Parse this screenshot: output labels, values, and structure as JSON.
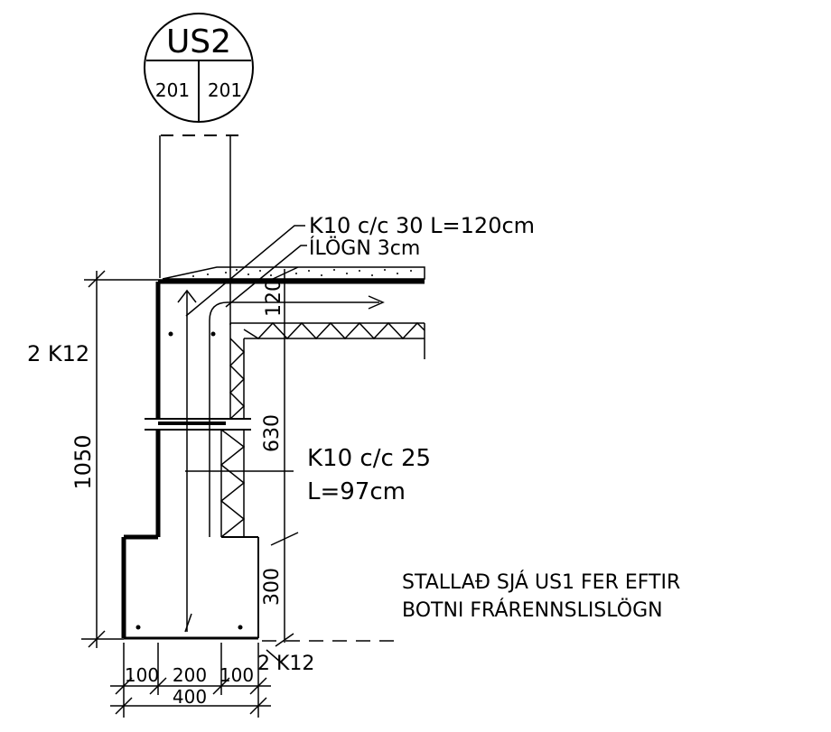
{
  "detail_marker": {
    "title": "US2",
    "sheet_left": "201",
    "sheet_right": "201"
  },
  "callouts": {
    "rebar_top": "K10 c/c 30 L=120cm",
    "topping": "ÍLÖGN 3cm",
    "rebar_wall_1": "K10 c/c 25",
    "rebar_wall_2": "L=97cm",
    "rebar_vertical": "2 K12",
    "rebar_footing": "2 K12"
  },
  "dimensions": {
    "wall_height": "1050",
    "slab_thickness": "120",
    "insulation_height": "630",
    "footing_height": "300",
    "footing_left": "100",
    "wall_width": "200",
    "footing_right": "100",
    "footing_total": "400"
  },
  "note": {
    "line1": "STALLAÐ SJÁ US1 FER EFTIR",
    "line2": "BOTNI FRÁRENNSLISLÖGN"
  }
}
